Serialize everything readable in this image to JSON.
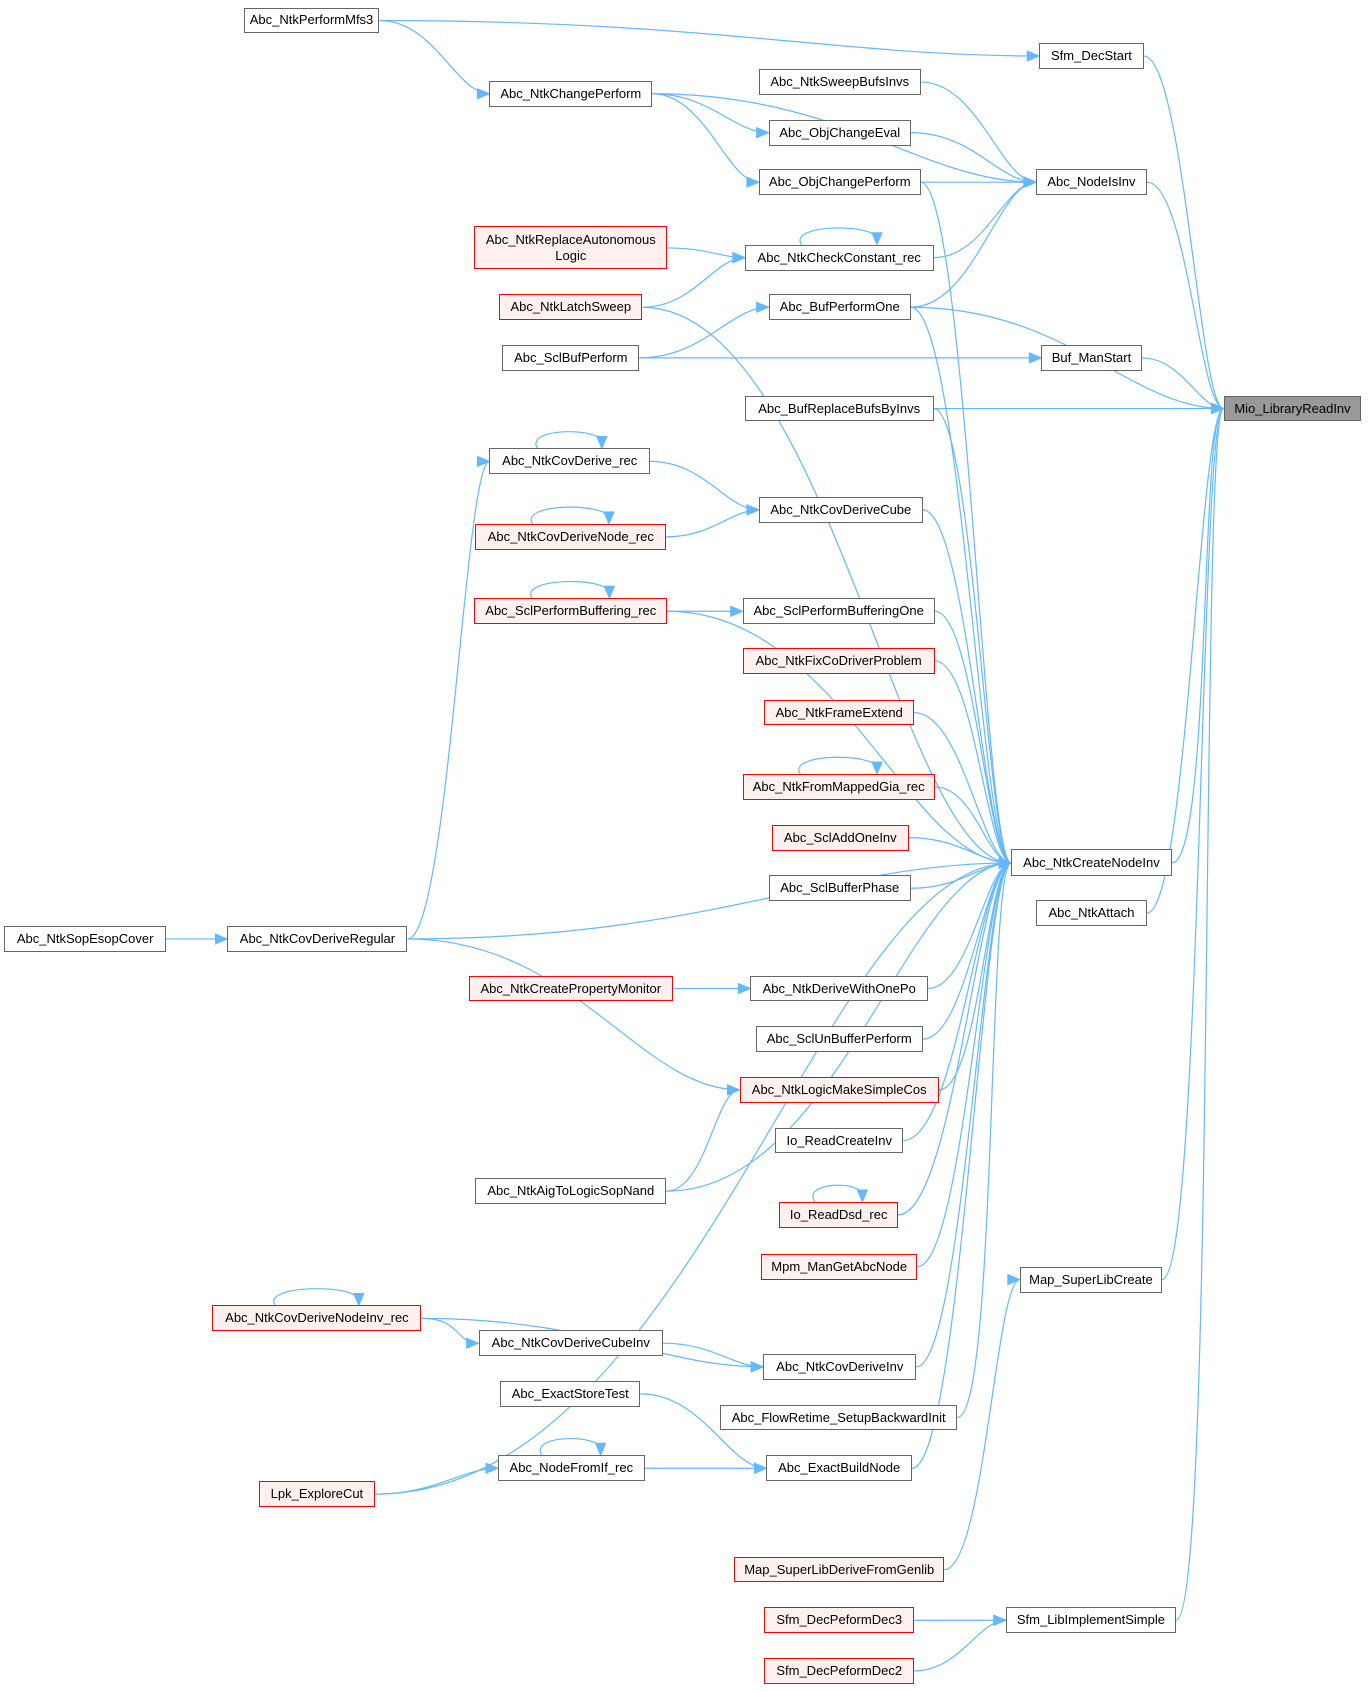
{
  "graph": {
    "title": "Mio_LibraryReadInv caller graph",
    "root": "Mio_LibraryReadInv",
    "colors": {
      "edge": "#63b8ff",
      "node_border": "#666666",
      "truncated_border": "#ff0000",
      "truncated_fill": "#fff0f0",
      "root_fill": "#999999"
    },
    "nodes": [
      {
        "id": "n0",
        "label": "Mio_LibraryReadInv",
        "type": "root"
      },
      {
        "id": "n1",
        "label": "Sfm_DecStart",
        "type": "normal"
      },
      {
        "id": "n2",
        "label": "Abc_NodeIsInv",
        "type": "normal"
      },
      {
        "id": "n3",
        "label": "Abc_BufPerformOne",
        "type": "normal"
      },
      {
        "id": "n4",
        "label": "Buf_ManStart",
        "type": "normal"
      },
      {
        "id": "n5",
        "label": "Abc_BufReplaceBufsByInvs",
        "type": "normal"
      },
      {
        "id": "n6",
        "label": "Abc_NtkCreateNodeInv",
        "type": "normal"
      },
      {
        "id": "n7",
        "label": "Abc_NtkAttach",
        "type": "normal"
      },
      {
        "id": "n8",
        "label": "Map_SuperLibCreate",
        "type": "normal"
      },
      {
        "id": "n9",
        "label": "Sfm_LibImplementSimple",
        "type": "normal"
      },
      {
        "id": "n10",
        "label": "Abc_NtkPerformMfs3",
        "type": "normal"
      },
      {
        "id": "n11",
        "label": "Abc_NtkChangePerform",
        "type": "normal"
      },
      {
        "id": "n12",
        "label": "Abc_NtkSweepBufsInvs",
        "type": "normal"
      },
      {
        "id": "n13",
        "label": "Abc_ObjChangeEval",
        "type": "normal"
      },
      {
        "id": "n14",
        "label": "Abc_ObjChangePerform",
        "type": "normal"
      },
      {
        "id": "n15",
        "label": "Abc_NtkReplaceAutonomous\nLogic",
        "type": "truncated"
      },
      {
        "id": "n16",
        "label": "Abc_NtkCheckConstant_rec",
        "type": "normal"
      },
      {
        "id": "n17",
        "label": "Abc_NtkLatchSweep",
        "type": "truncated"
      },
      {
        "id": "n18",
        "label": "Abc_SclBufPerform",
        "type": "normal"
      },
      {
        "id": "n19",
        "label": "Abc_NtkCovDerive_rec",
        "type": "normal"
      },
      {
        "id": "n20",
        "label": "Abc_NtkCovDeriveCube",
        "type": "normal"
      },
      {
        "id": "n21",
        "label": "Abc_NtkCovDeriveNode_rec",
        "type": "truncated"
      },
      {
        "id": "n22",
        "label": "Abc_SclPerformBuffering_rec",
        "type": "truncated"
      },
      {
        "id": "n23",
        "label": "Abc_SclPerformBufferingOne",
        "type": "normal"
      },
      {
        "id": "n24",
        "label": "Abc_NtkFixCoDriverProblem",
        "type": "truncated"
      },
      {
        "id": "n25",
        "label": "Abc_NtkFrameExtend",
        "type": "truncated"
      },
      {
        "id": "n26",
        "label": "Abc_NtkFromMappedGia_rec",
        "type": "truncated"
      },
      {
        "id": "n27",
        "label": "Abc_SclAddOneInv",
        "type": "truncated"
      },
      {
        "id": "n28",
        "label": "Abc_SclBufferPhase",
        "type": "normal"
      },
      {
        "id": "n29",
        "label": "Abc_NtkSopEsopCover",
        "type": "normal"
      },
      {
        "id": "n30",
        "label": "Abc_NtkCovDeriveRegular",
        "type": "normal"
      },
      {
        "id": "n31",
        "label": "Abc_NtkCreatePropertyMonitor",
        "type": "truncated"
      },
      {
        "id": "n32",
        "label": "Abc_NtkDeriveWithOnePo",
        "type": "normal"
      },
      {
        "id": "n33",
        "label": "Abc_SclUnBufferPerform",
        "type": "normal"
      },
      {
        "id": "n34",
        "label": "Abc_NtkLogicMakeSimpleCos",
        "type": "truncated"
      },
      {
        "id": "n35",
        "label": "Io_ReadCreateInv",
        "type": "normal"
      },
      {
        "id": "n36",
        "label": "Abc_NtkAigToLogicSopNand",
        "type": "normal"
      },
      {
        "id": "n37",
        "label": "Io_ReadDsd_rec",
        "type": "truncated"
      },
      {
        "id": "n38",
        "label": "Mpm_ManGetAbcNode",
        "type": "truncated"
      },
      {
        "id": "n39",
        "label": "Abc_NtkCovDeriveNodeInv_rec",
        "type": "truncated"
      },
      {
        "id": "n40",
        "label": "Abc_NtkCovDeriveCubeInv",
        "type": "normal"
      },
      {
        "id": "n41",
        "label": "Abc_NtkCovDeriveInv",
        "type": "normal"
      },
      {
        "id": "n42",
        "label": "Abc_ExactStoreTest",
        "type": "normal"
      },
      {
        "id": "n43",
        "label": "Abc_FlowRetime_SetupBackwardInit",
        "type": "normal"
      },
      {
        "id": "n44",
        "label": "Abc_NodeFromIf_rec",
        "type": "normal"
      },
      {
        "id": "n45",
        "label": "Abc_ExactBuildNode",
        "type": "normal"
      },
      {
        "id": "n46",
        "label": "Lpk_ExploreCut",
        "type": "truncated"
      },
      {
        "id": "n47",
        "label": "Map_SuperLibDeriveFromGenlib",
        "type": "truncated"
      },
      {
        "id": "n48",
        "label": "Sfm_DecPeformDec3",
        "type": "truncated"
      },
      {
        "id": "n49",
        "label": "Sfm_DecPeformDec2",
        "type": "truncated"
      }
    ],
    "edges": [
      [
        "n1",
        "n0"
      ],
      [
        "n2",
        "n0"
      ],
      [
        "n3",
        "n0"
      ],
      [
        "n4",
        "n0"
      ],
      [
        "n5",
        "n0"
      ],
      [
        "n6",
        "n0"
      ],
      [
        "n7",
        "n0"
      ],
      [
        "n8",
        "n0"
      ],
      [
        "n9",
        "n0"
      ],
      [
        "n10",
        "n1"
      ],
      [
        "n10",
        "n11"
      ],
      [
        "n11",
        "n2"
      ],
      [
        "n11",
        "n13"
      ],
      [
        "n11",
        "n14"
      ],
      [
        "n12",
        "n2"
      ],
      [
        "n13",
        "n2"
      ],
      [
        "n14",
        "n2"
      ],
      [
        "n16",
        "n2"
      ],
      [
        "n3",
        "n2"
      ],
      [
        "n15",
        "n16"
      ],
      [
        "n17",
        "n16"
      ],
      [
        "n16",
        "n16"
      ],
      [
        "n18",
        "n3"
      ],
      [
        "n18",
        "n4"
      ],
      [
        "n19",
        "n19"
      ],
      [
        "n19",
        "n20"
      ],
      [
        "n21",
        "n21"
      ],
      [
        "n21",
        "n20"
      ],
      [
        "n22",
        "n22"
      ],
      [
        "n22",
        "n23"
      ],
      [
        "n30",
        "n19"
      ],
      [
        "n29",
        "n30"
      ],
      [
        "n14",
        "n6"
      ],
      [
        "n3",
        "n6"
      ],
      [
        "n17",
        "n6"
      ],
      [
        "n5",
        "n6"
      ],
      [
        "n20",
        "n6"
      ],
      [
        "n22",
        "n6"
      ],
      [
        "n23",
        "n6"
      ],
      [
        "n24",
        "n6"
      ],
      [
        "n25",
        "n6"
      ],
      [
        "n26",
        "n6"
      ],
      [
        "n26",
        "n26"
      ],
      [
        "n27",
        "n6"
      ],
      [
        "n28",
        "n6"
      ],
      [
        "n30",
        "n6"
      ],
      [
        "n32",
        "n6"
      ],
      [
        "n33",
        "n6"
      ],
      [
        "n34",
        "n6"
      ],
      [
        "n35",
        "n6"
      ],
      [
        "n37",
        "n6"
      ],
      [
        "n37",
        "n37"
      ],
      [
        "n38",
        "n6"
      ],
      [
        "n36",
        "n6"
      ],
      [
        "n41",
        "n6"
      ],
      [
        "n43",
        "n6"
      ],
      [
        "n45",
        "n6"
      ],
      [
        "n46",
        "n6"
      ],
      [
        "n31",
        "n32"
      ],
      [
        "n30",
        "n34"
      ],
      [
        "n36",
        "n34"
      ],
      [
        "n39",
        "n39"
      ],
      [
        "n39",
        "n40"
      ],
      [
        "n39",
        "n41"
      ],
      [
        "n40",
        "n41"
      ],
      [
        "n42",
        "n45"
      ],
      [
        "n44",
        "n44"
      ],
      [
        "n44",
        "n45"
      ],
      [
        "n46",
        "n44"
      ],
      [
        "n47",
        "n8"
      ],
      [
        "n48",
        "n9"
      ],
      [
        "n49",
        "n9"
      ]
    ]
  }
}
